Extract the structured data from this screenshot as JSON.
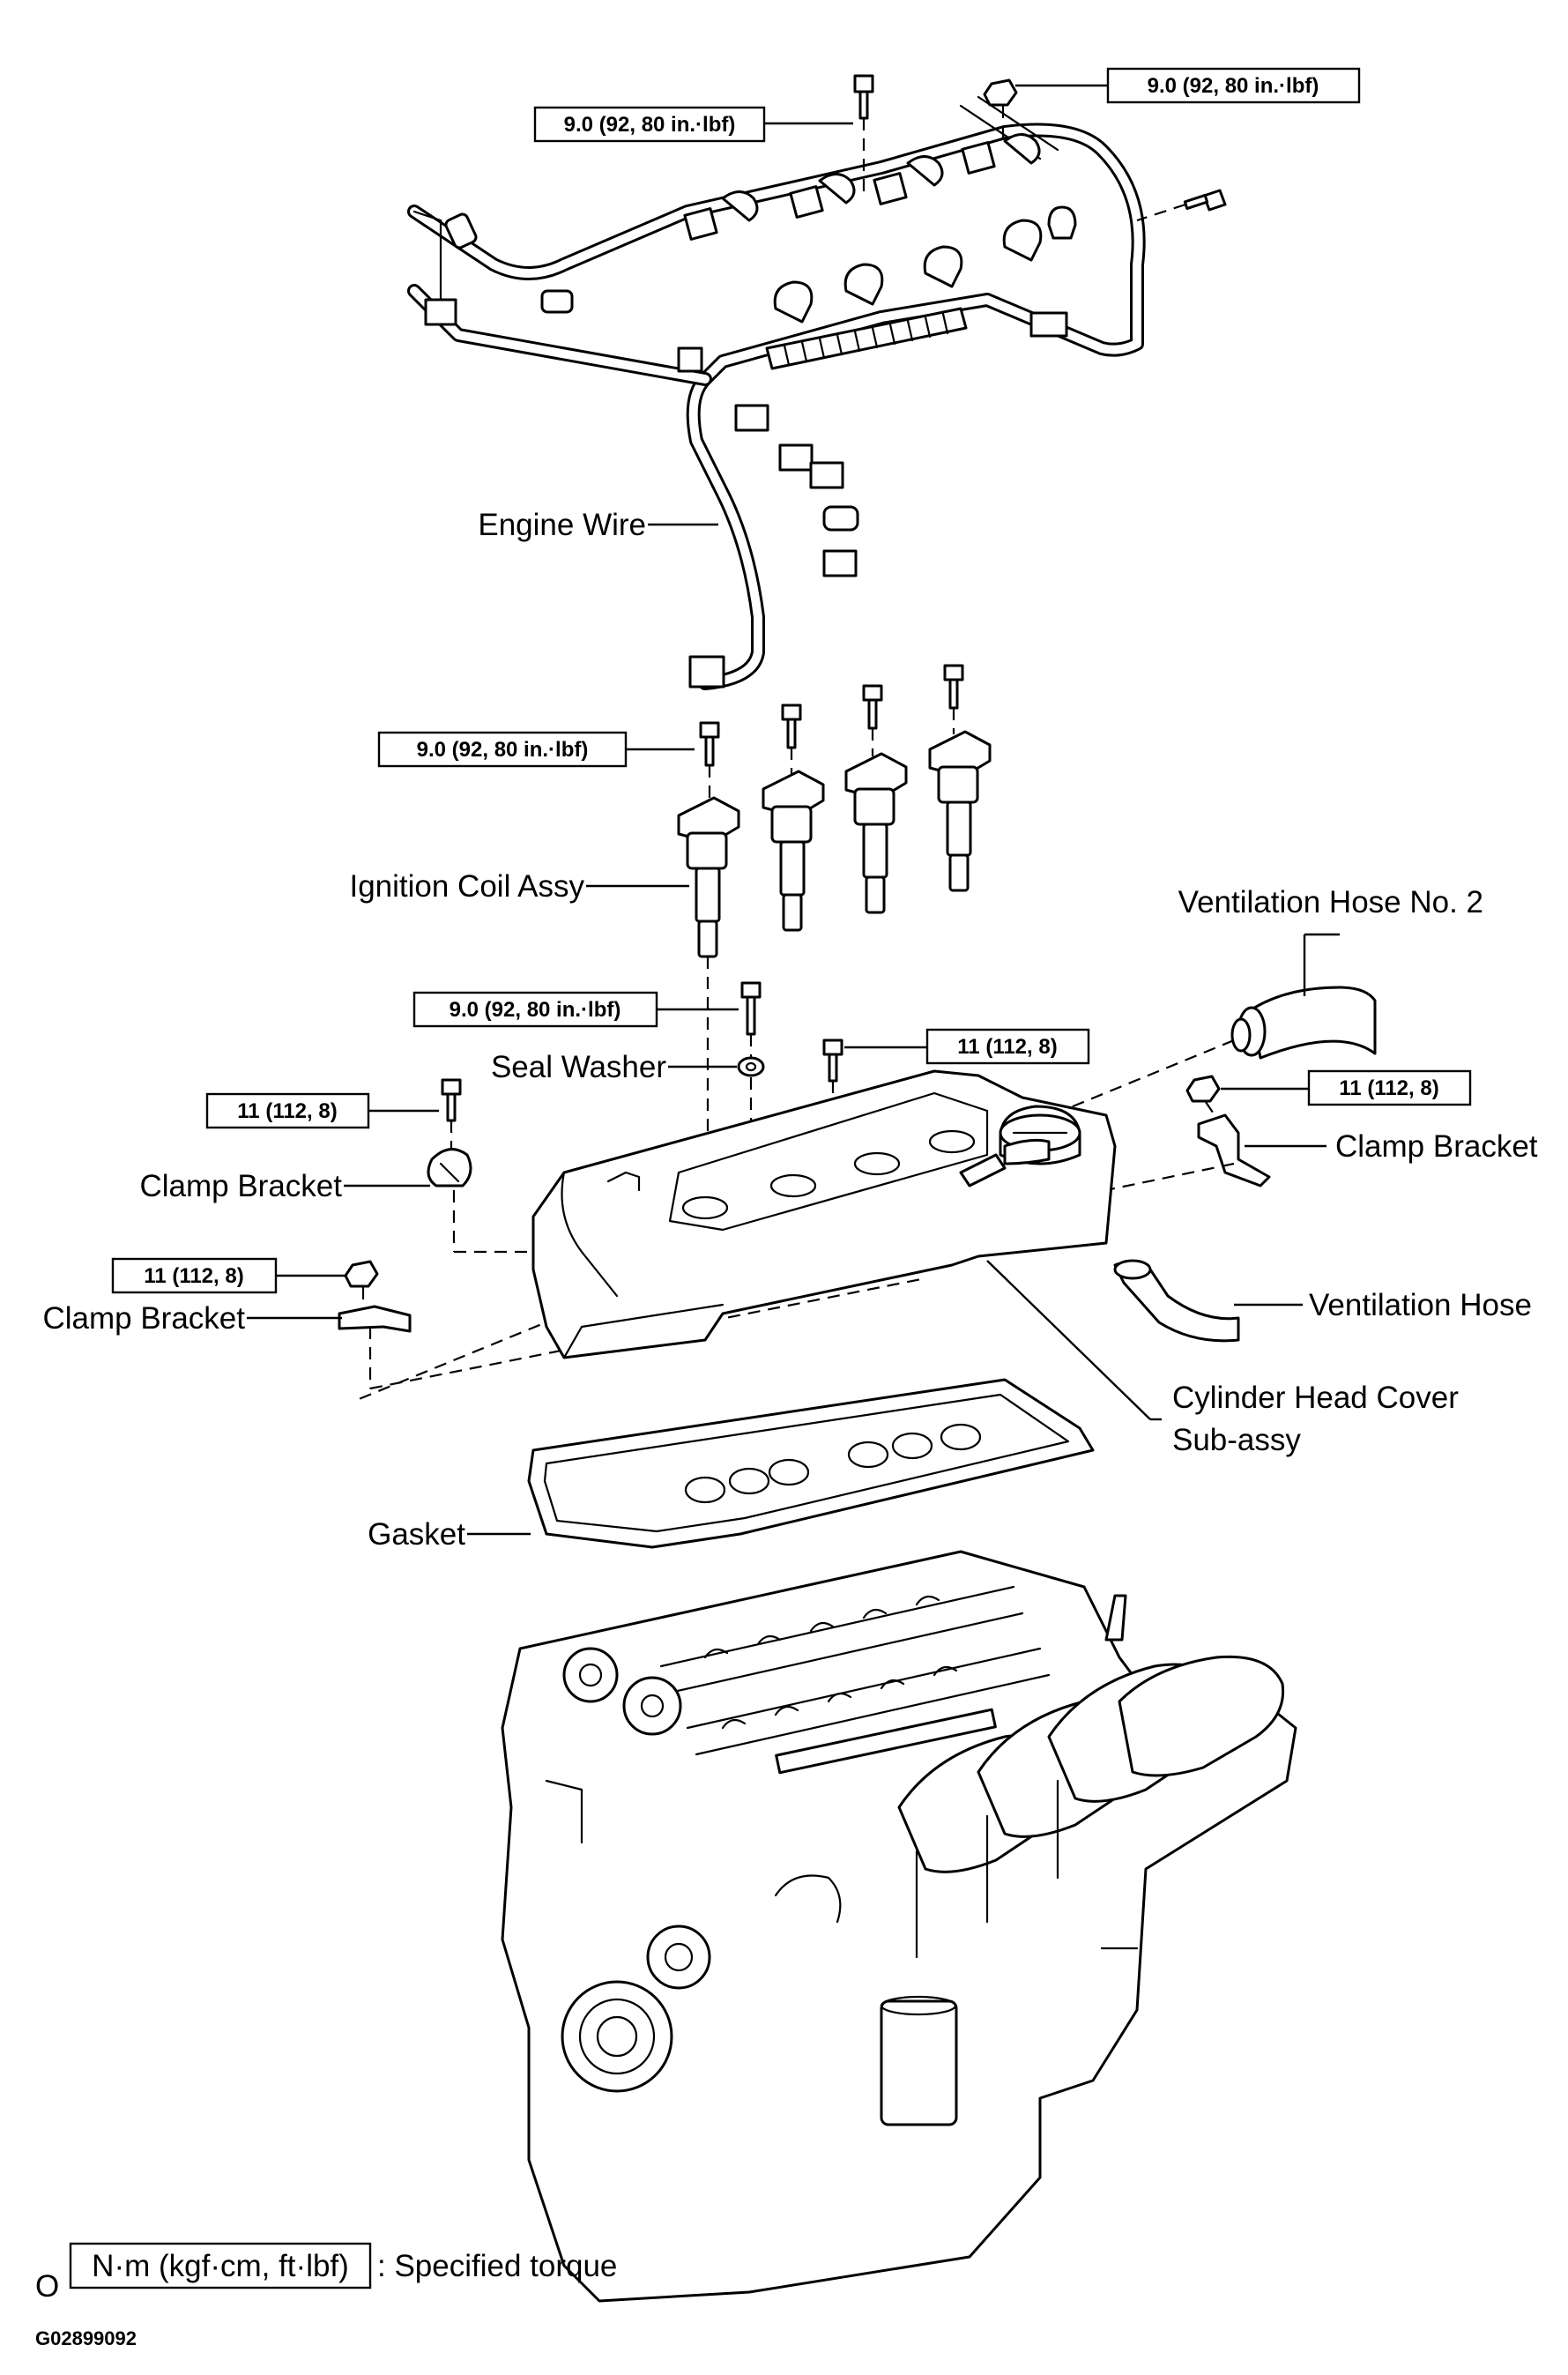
{
  "labels": {
    "engine_wire": "Engine Wire",
    "ignition_coil": "Ignition Coil Assy",
    "ventilation_hose_2": "Ventilation Hose No. 2",
    "seal_washer": "Seal Washer",
    "clamp_bracket_right": "Clamp Bracket",
    "clamp_bracket_left_upper": "Clamp Bracket",
    "clamp_bracket_left_lower": "Clamp Bracket",
    "ventilation_hose": "Ventilation Hose",
    "cylinder_head_cover_line1": "Cylinder Head Cover",
    "cylinder_head_cover_line2": "Sub-assy",
    "gasket": "Gasket"
  },
  "torque_specs": {
    "wire_bolt_left": "9.0 (92, 80 in.·lbf)",
    "wire_nut_right": "9.0 (92, 80 in.·lbf)",
    "coil_bolt": "9.0 (92, 80 in.·lbf)",
    "cover_bolt": "9.0 (92, 80 in.·lbf)",
    "cover_nut": "11 (112, 8)",
    "right_clamp_nut": "11 (112, 8)",
    "left_clamp_bolt": "11 (112, 8)",
    "left_lower_nut": "11 (112, 8)"
  },
  "legend": {
    "unit_box": "N·m (kgf·cm, ft·lbf)",
    "description": ": Specified torque",
    "corner_mark": "O"
  },
  "figure_code": "G02899092"
}
